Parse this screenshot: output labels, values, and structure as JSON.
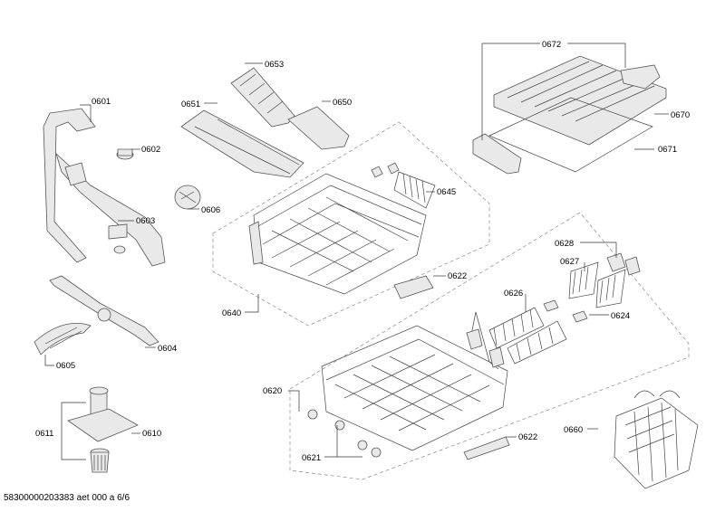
{
  "labels": {
    "p0601": "0601",
    "p0602": "0602",
    "p0603": "0603",
    "p0604": "0604",
    "p0605": "0605",
    "p0606": "0606",
    "p0610": "0610",
    "p0611": "0611",
    "p0620": "0620",
    "p0621": "0621",
    "p0622a": "0622",
    "p0622b": "0622",
    "p0624": "0624",
    "p0626": "0626",
    "p0627": "0627",
    "p0628": "0628",
    "p0640": "0640",
    "p0645": "0645",
    "p0650": "0650",
    "p0651": "0651",
    "p0653": "0653",
    "p0660": "0660",
    "p0670": "0670",
    "p0671": "0671",
    "p0672": "0672"
  },
  "footer": "58300000203383 aet 000 a 6/6"
}
